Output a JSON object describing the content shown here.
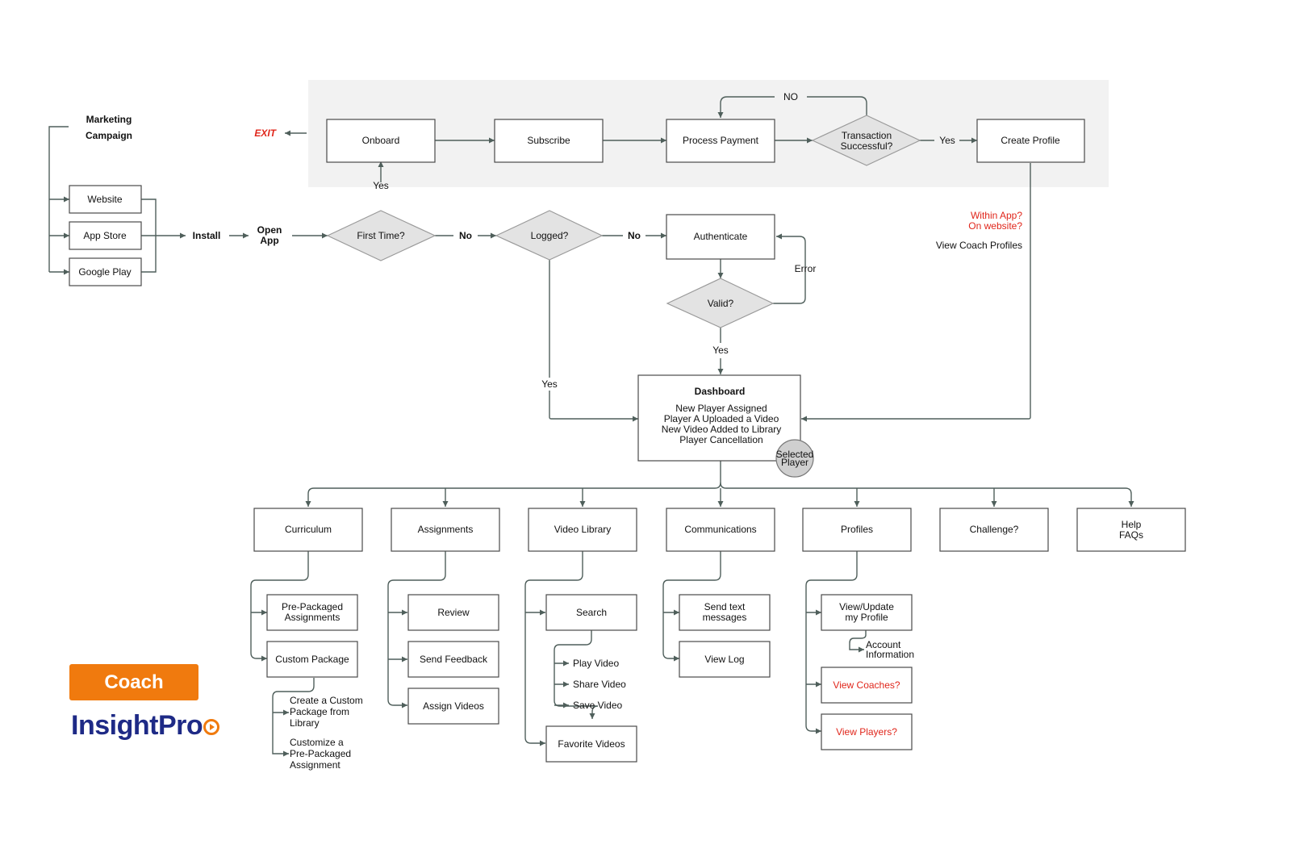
{
  "marketing_title": [
    "Marketing",
    "Campaign"
  ],
  "exit_label": "EXIT",
  "channels": [
    "Website",
    "App Store",
    "Google Play"
  ],
  "install_label": "Install",
  "open_app": [
    "Open",
    "App"
  ],
  "top_flow": {
    "onboard": "Onboard",
    "subscribe": "Subscribe",
    "process_payment": "Process Payment",
    "transaction": [
      "Transaction",
      "Successful?"
    ],
    "create_profile": "Create Profile",
    "no_label": "NO",
    "yes_label": "Yes"
  },
  "first_time": "First Time?",
  "first_time_yes": "Yes",
  "first_time_no": "No",
  "logged": "Logged?",
  "logged_no": "No",
  "logged_yes": "Yes",
  "authenticate": "Authenticate",
  "valid": "Valid?",
  "error_label": "Error",
  "valid_yes": "Yes",
  "profile_note": {
    "question": [
      "Within App?",
      "On website?"
    ],
    "view_coach": "View Coach Profiles"
  },
  "dashboard": {
    "title": "Dashboard",
    "lines": [
      "New Player Assigned",
      "Player A Uploaded a Video",
      "New Video Added to Library",
      "Player Cancellation"
    ],
    "badge": [
      "Selected",
      "Player"
    ]
  },
  "categories": [
    "Curriculum",
    "Assignments",
    "Video Library",
    "Communications",
    "Profiles",
    "Challenge?",
    [
      "Help",
      "FAQs"
    ]
  ],
  "curriculum": {
    "prepackaged": [
      "Pre-Packaged",
      "Assignments"
    ],
    "custom": "Custom Package",
    "create_custom": [
      "Create a Custom",
      "Package from",
      "Library"
    ],
    "customize": [
      "Customize a",
      "Pre-Packaged",
      "Assignment"
    ]
  },
  "assignments": [
    "Review",
    "Send Feedback",
    "Assign Videos"
  ],
  "video_library": {
    "search": "Search",
    "actions": [
      "Play Video",
      "Share Video",
      "Save Video"
    ],
    "favorites": "Favorite Videos"
  },
  "communications": {
    "send_text": [
      "Send text",
      "messages"
    ],
    "view_log": "View Log"
  },
  "profiles": {
    "view_update": [
      "View/Update",
      "my Profile"
    ],
    "account": [
      "Account",
      "Information"
    ],
    "view_coaches": "View Coaches?",
    "view_players": "View Players?"
  },
  "brand": {
    "coach_label": "Coach",
    "logo_main": "Insight",
    "logo_pro": "Pro",
    "accent": "#f07a0e",
    "logo_color": "#1e2a86",
    "red_text": "#e0261b"
  }
}
